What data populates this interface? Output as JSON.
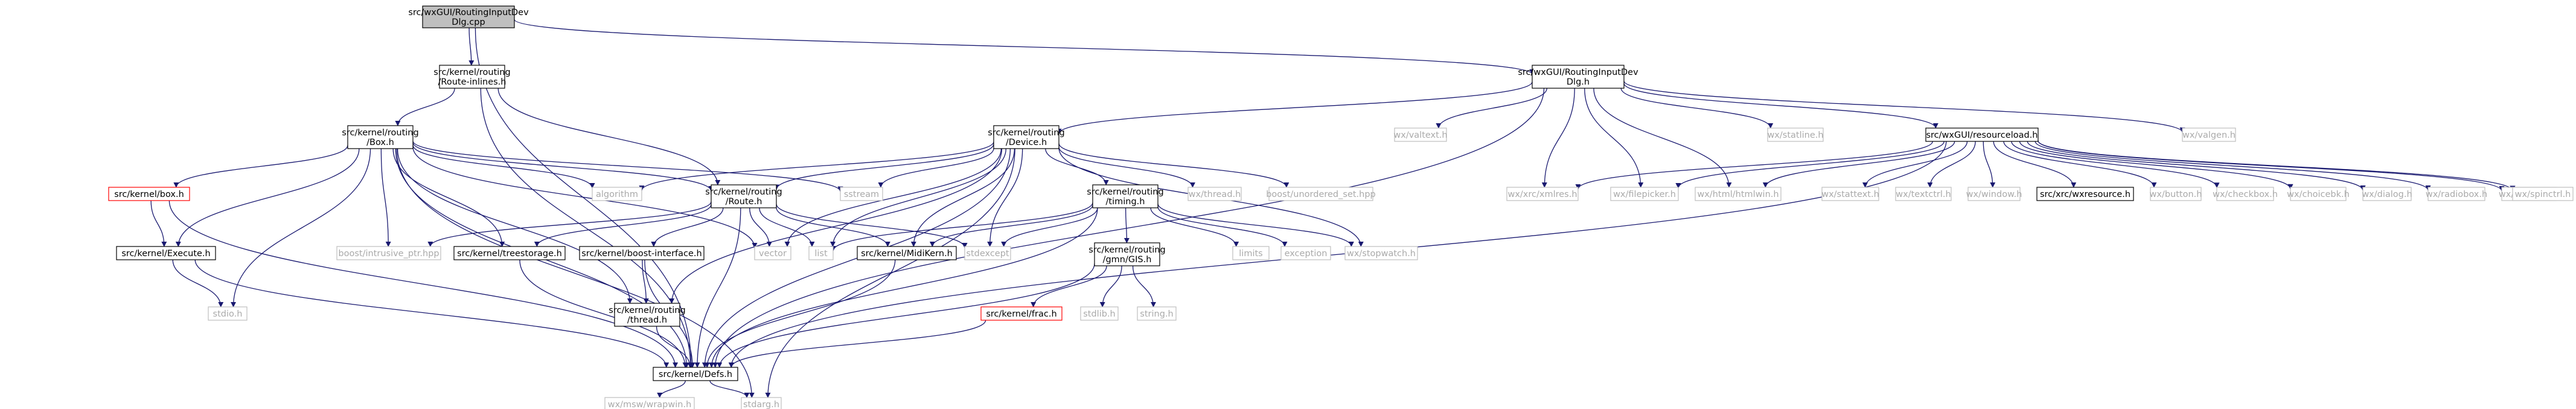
{
  "graph": {
    "nodes": {
      "root": {
        "lines": [
          "src/wxGUI/RoutingInputDev",
          "Dlg.cpp"
        ],
        "style": "root"
      },
      "routeInlines": {
        "lines": [
          "src/kernel/routing",
          "/Route-inlines.h"
        ],
        "style": "normal"
      },
      "dlgH": {
        "lines": [
          "src/wxGUI/RoutingInputDev",
          "Dlg.h"
        ],
        "style": "normal"
      },
      "boxH": {
        "lines": [
          "src/kernel/routing",
          "/Box.h"
        ],
        "style": "normal"
      },
      "deviceH": {
        "lines": [
          "src/kernel/routing",
          "/Device.h"
        ],
        "style": "normal"
      },
      "resourceloadH": {
        "lines": [
          "src/wxGUI/resourceload.h"
        ],
        "style": "normal"
      },
      "wxvalgen": {
        "lines": [
          "wx/valgen.h"
        ],
        "style": "gray"
      },
      "wxstatline": {
        "lines": [
          "wx/statline.h"
        ],
        "style": "gray"
      },
      "wxvaltext": {
        "lines": [
          "wx/valtext.h"
        ],
        "style": "gray"
      },
      "kernelBox": {
        "lines": [
          "src/kernel/box.h"
        ],
        "style": "red"
      },
      "routeH": {
        "lines": [
          "src/kernel/routing",
          "/Route.h"
        ],
        "style": "normal"
      },
      "algorithm": {
        "lines": [
          "algorithm"
        ],
        "style": "gray"
      },
      "sstream": {
        "lines": [
          "sstream"
        ],
        "style": "gray"
      },
      "timingH": {
        "lines": [
          "src/kernel/routing",
          "/timing.h"
        ],
        "style": "normal"
      },
      "wxthread": {
        "lines": [
          "wx/thread.h"
        ],
        "style": "gray"
      },
      "unordered": {
        "lines": [
          "boost/unordered_set.hpp"
        ],
        "style": "gray"
      },
      "wxxmlres": {
        "lines": [
          "wx/xrc/xmlres.h"
        ],
        "style": "gray"
      },
      "wxfilepicker": {
        "lines": [
          "wx/filepicker.h"
        ],
        "style": "gray"
      },
      "htmlwin": {
        "lines": [
          "wx/html/htmlwin.h"
        ],
        "style": "gray"
      },
      "statext": {
        "lines": [
          "wx/stattext.h"
        ],
        "style": "gray"
      },
      "textctrl": {
        "lines": [
          "wx/textctrl.h"
        ],
        "style": "gray"
      },
      "window": {
        "lines": [
          "wx/window.h"
        ],
        "style": "gray"
      },
      "wxresource": {
        "lines": [
          "src/xrc/wxresource.h"
        ],
        "style": "normal"
      },
      "button": {
        "lines": [
          "wx/button.h"
        ],
        "style": "gray"
      },
      "checkbox": {
        "lines": [
          "wx/checkbox.h"
        ],
        "style": "gray"
      },
      "choicebk": {
        "lines": [
          "wx/choicebk.h"
        ],
        "style": "gray"
      },
      "dialog": {
        "lines": [
          "wx/dialog.h"
        ],
        "style": "gray"
      },
      "radiobox": {
        "lines": [
          "wx/radiobox.h"
        ],
        "style": "gray"
      },
      "radiobut": {
        "lines": [
          "wx/radiobut.h"
        ],
        "style": "gray"
      },
      "spinctrl": {
        "lines": [
          "wx/spinctrl.h"
        ],
        "style": "gray"
      },
      "executeH": {
        "lines": [
          "src/kernel/Execute.h"
        ],
        "style": "normal"
      },
      "stdio": {
        "lines": [
          "stdio.h"
        ],
        "style": "gray"
      },
      "intrusive": {
        "lines": [
          "boost/intrusive_ptr.hpp"
        ],
        "style": "gray"
      },
      "treestorage": {
        "lines": [
          "src/kernel/treestorage.h"
        ],
        "style": "normal"
      },
      "boostInterface": {
        "lines": [
          "src/kernel/boost-interface.h"
        ],
        "style": "normal"
      },
      "vector": {
        "lines": [
          "vector"
        ],
        "style": "gray"
      },
      "list": {
        "lines": [
          "list"
        ],
        "style": "gray"
      },
      "midikern": {
        "lines": [
          "src/kernel/MidiKern.h"
        ],
        "style": "normal"
      },
      "stdexcept": {
        "lines": [
          "stdexcept"
        ],
        "style": "gray"
      },
      "limits": {
        "lines": [
          "limits"
        ],
        "style": "gray"
      },
      "exception": {
        "lines": [
          "exception"
        ],
        "style": "gray"
      },
      "stopwatch": {
        "lines": [
          "wx/stopwatch.h"
        ],
        "style": "gray"
      },
      "gmnGIS": {
        "lines": [
          "src/kernel/routing",
          "/gmn/GIS.h"
        ],
        "style": "normal"
      },
      "threadH": {
        "lines": [
          "src/kernel/routing",
          "/thread.h"
        ],
        "style": "normal"
      },
      "frac": {
        "lines": [
          "src/kernel/frac.h"
        ],
        "style": "red"
      },
      "stdlib": {
        "lines": [
          "stdlib.h"
        ],
        "style": "gray"
      },
      "string": {
        "lines": [
          "string.h"
        ],
        "style": "gray"
      },
      "defs": {
        "lines": [
          "src/kernel/Defs.h"
        ],
        "style": "normal"
      },
      "wxprec": {
        "lines": [
          "wx/msw/wrapwin.h"
        ],
        "style": "gray"
      },
      "stdarg": {
        "lines": [
          "stdarg.h"
        ],
        "style": "gray"
      }
    },
    "colors": {
      "edge": "#191970",
      "edge_unresolved": "#c0c0c0",
      "node_border": "#000000",
      "root_fill": "#bfbfbf",
      "unresolved_border": "#bfbfbf",
      "red_border": "#ff0000"
    }
  }
}
